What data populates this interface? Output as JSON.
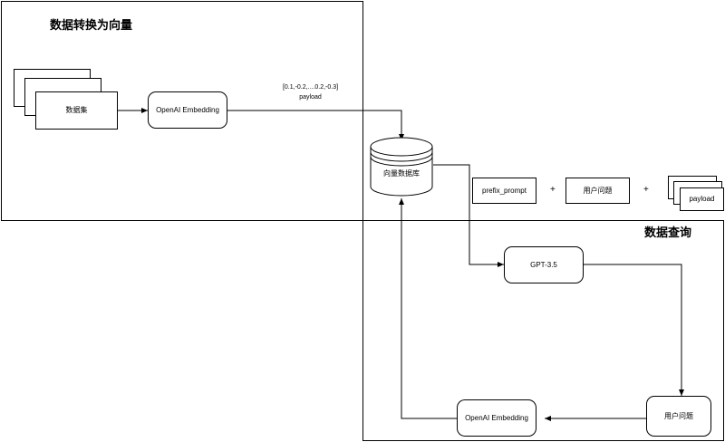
{
  "diagram": {
    "title_left": "数据转换为向量",
    "title_right": "数据查询",
    "nodes": {
      "dataset": "数据集",
      "embedding_top": "OpenAI Embedding",
      "vector_db": "向量数据库",
      "prefix_prompt": "prefix_prompt",
      "user_question_top": "用户问题",
      "payload_stack": "payload",
      "gpt": "GPT-3.5",
      "embedding_bottom": "OpenAI Embedding",
      "user_question_bottom": "用户问题"
    },
    "edges": {
      "payload_vector": "[0.1,-0.2,....0.2,-0.3]",
      "payload_word": "payload"
    },
    "operators": {
      "plus_one": "+",
      "plus_two": "+"
    },
    "colors": {
      "stroke": "#000000",
      "background": "#ffffff",
      "text": "#000000"
    }
  }
}
